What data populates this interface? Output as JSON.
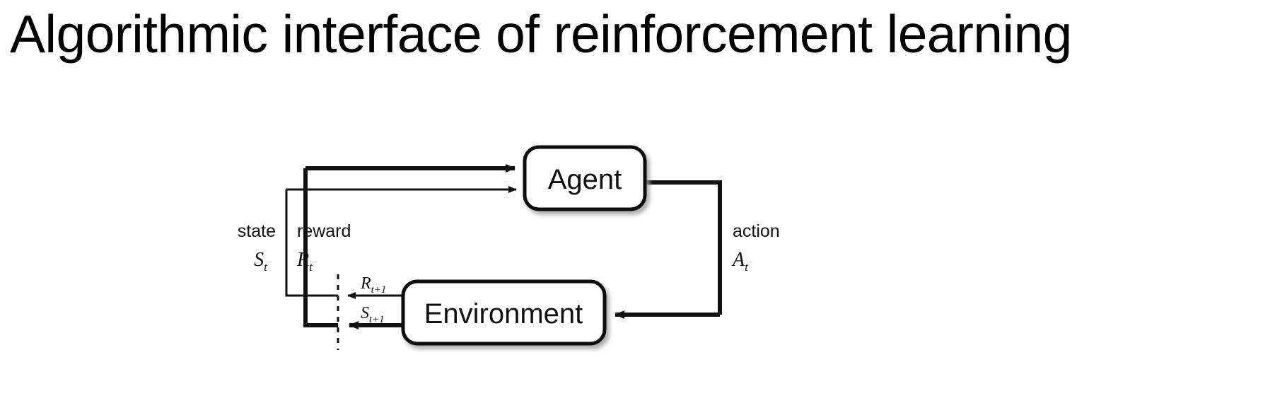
{
  "slide": {
    "title": "Algorithmic interface of reinforcement learning"
  },
  "diagram": {
    "type": "agent-environment-interaction-loop",
    "nodes": [
      {
        "id": "agent",
        "label": "Agent"
      },
      {
        "id": "environment",
        "label": "Environment"
      }
    ],
    "edges": [
      {
        "id": "state-to-agent",
        "from": "environment",
        "to": "agent",
        "label_text": "state",
        "label_symbol": "S",
        "label_subscript": "t",
        "style": "thick"
      },
      {
        "id": "reward-to-agent",
        "from": "environment",
        "to": "agent",
        "label_text": "reward",
        "label_symbol": "R",
        "label_subscript": "t",
        "style": "thin"
      },
      {
        "id": "action-to-environment",
        "from": "agent",
        "to": "environment",
        "label_text": "action",
        "label_symbol": "A",
        "label_subscript": "t",
        "style": "thick"
      },
      {
        "id": "reward-next",
        "from": "environment",
        "to": "time-boundary",
        "label_symbol": "R",
        "label_subscript": "t+1",
        "style": "thin"
      },
      {
        "id": "state-next",
        "from": "environment",
        "to": "time-boundary",
        "label_symbol": "S",
        "label_subscript": "t+1",
        "style": "thick"
      }
    ],
    "time_boundary": {
      "id": "time-step-divider",
      "style": "dashed-vertical"
    },
    "colors": {
      "stroke": "#111111",
      "background": "#ffffff",
      "text": "#111111",
      "shadow": "#b8b8b8"
    }
  }
}
